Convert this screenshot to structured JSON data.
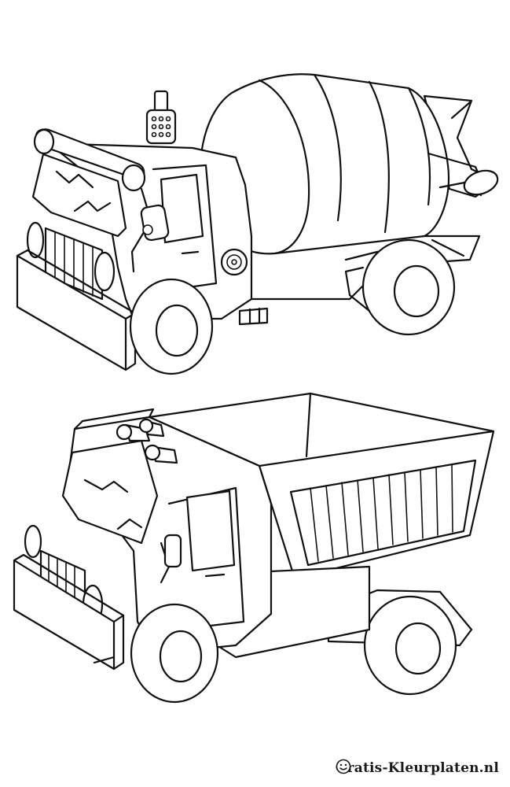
{
  "watermark": {
    "text": "Gratis-Kleurplaten.nl",
    "icon": "smiley-face-icon"
  },
  "illustrations": [
    {
      "name": "cement-mixer-truck",
      "icon": "cement-mixer-truck-drawing"
    },
    {
      "name": "dump-truck",
      "icon": "dump-truck-drawing"
    }
  ],
  "colors": {
    "line": "#111111",
    "background": "#ffffff"
  }
}
